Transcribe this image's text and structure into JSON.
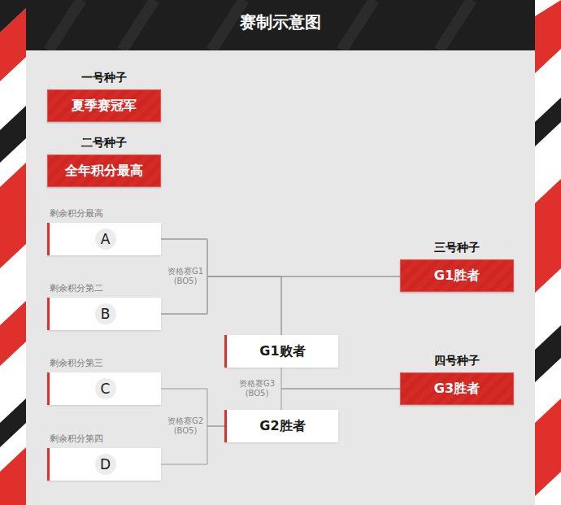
{
  "diagram": {
    "title": "赛制示意图",
    "nodes": [
      {
        "text": [
          "一号种子",
          "夏季赛冠军"
        ]
      },
      {
        "text": [
          "二号种子",
          "全年积分最高"
        ]
      },
      {
        "text": [
          "剩余积分最高",
          "A"
        ]
      },
      {
        "text": [
          "剩余积分第二",
          "B"
        ]
      },
      {
        "text": [
          "剩余积分第三",
          "C"
        ]
      },
      {
        "text": [
          "剩余积分第四",
          "D"
        ]
      },
      {
        "text": [
          "三号种子",
          "G1胜者"
        ]
      },
      {
        "text": [
          "G1败者"
        ]
      },
      {
        "text": [
          "G2胜者"
        ]
      },
      {
        "text": [
          "四号种子",
          "G3胜者"
        ]
      }
    ],
    "edges": [
      {
        "from": 2,
        "to": 6,
        "arrow": "none",
        "label": "资格赛G1 (BO5)"
      },
      {
        "from": 3,
        "to": 6,
        "arrow": "none"
      },
      {
        "from": 2,
        "to": 7,
        "arrow": "none"
      },
      {
        "from": 3,
        "to": 7,
        "arrow": "none"
      },
      {
        "from": 4,
        "to": 8,
        "arrow": "none",
        "label": "资格赛G2 (BO5)"
      },
      {
        "from": 5,
        "to": 8,
        "arrow": "none"
      },
      {
        "from": 7,
        "to": 9,
        "arrow": "none",
        "label": "资格赛G3 (BO5)"
      },
      {
        "from": 8,
        "to": 9,
        "arrow": "none"
      }
    ]
  }
}
